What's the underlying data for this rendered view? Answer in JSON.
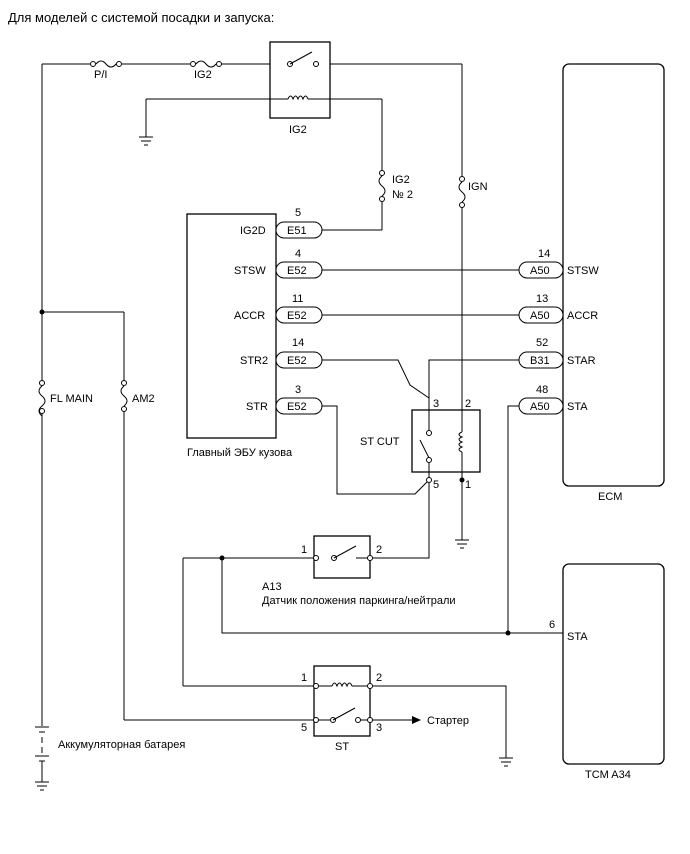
{
  "title": "Для моделей с системой посадки и запуска:",
  "fuses": {
    "pi": "P/I",
    "ig2": "IG2",
    "ig2_no2": [
      "IG2",
      "№ 2"
    ],
    "ign": "IGN",
    "fl_main": "FL MAIN",
    "am2": "AM2"
  },
  "relays": {
    "ig2": "IG2",
    "st_cut": "ST CUT",
    "st": "ST"
  },
  "relay_pins": {
    "st_cut": {
      "p3": "3",
      "p2": "2",
      "p5": "5",
      "p1": "1"
    },
    "st": {
      "p1": "1",
      "p2": "2",
      "p5": "5",
      "p3": "3"
    }
  },
  "body_ecu": {
    "name": "Главный ЭБУ кузова",
    "rows": [
      {
        "pin": "5",
        "conn": "E51",
        "signal": "IG2D"
      },
      {
        "pin": "4",
        "conn": "E52",
        "signal": "STSW"
      },
      {
        "pin": "11",
        "conn": "E52",
        "signal": "ACCR"
      },
      {
        "pin": "14",
        "conn": "E52",
        "signal": "STR2"
      },
      {
        "pin": "3",
        "conn": "E52",
        "signal": "STR"
      }
    ]
  },
  "ecm": {
    "name": "ECM",
    "rows": [
      {
        "pin": "14",
        "conn": "A50",
        "signal": "STSW"
      },
      {
        "pin": "13",
        "conn": "A50",
        "signal": "ACCR"
      },
      {
        "pin": "52",
        "conn": "B31",
        "signal": "STAR"
      },
      {
        "pin": "48",
        "conn": "A50",
        "signal": "STA"
      }
    ]
  },
  "tcm": {
    "name": "TCM A34",
    "pin": "6",
    "signal": "STA"
  },
  "park_switch": {
    "id": "A13",
    "name": "Датчик положения паркинга/нейтрали",
    "pin1": "1",
    "pin2": "2"
  },
  "starter_label": "Стартер",
  "battery_label": "Аккумуляторная батарея"
}
